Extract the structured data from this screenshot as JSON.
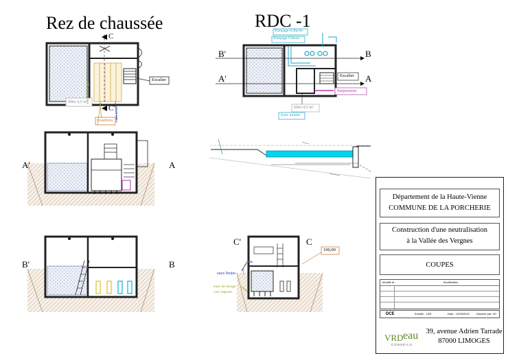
{
  "titles": {
    "left": "Rez de chaussée",
    "right": "RDC -1"
  },
  "section_marks": {
    "c_top": "C",
    "c_bottom": "C'",
    "a_left": "A'",
    "a_right": "A",
    "b_left": "B'",
    "b_right": "B",
    "plan_b_left": "B'",
    "plan_b_right": "B",
    "plan_a_left": "A'",
    "plan_a_right": "A",
    "sec_c_left": "C'",
    "sec_c_right": "C"
  },
  "rdc_plan": {
    "escalier": "Escalier",
    "filtre": "filtre 4,5 m²",
    "goudrons": "Goudrons",
    "eaux_lavage": "eaux de lavage",
    "eaux_brutes": "eaux brutes"
  },
  "rdc1_plan": {
    "pompage_bache": "Pompage la Bache",
    "pompage_citerne": "Pompage Citerne",
    "escalier": "Escalier",
    "surpresseur": "Surpresseur",
    "filtre": "filtre 4,5 m²",
    "eaux_traitees": "Eaux traitées"
  },
  "section_c": {
    "eaux_brutes": "eaux brutes",
    "eaux_lavage": "eaux de lavage",
    "vers_lagunes": "vers lagunes",
    "level": "100,00"
  },
  "cartouche": {
    "departement": "Département de la Haute-Vienne",
    "commune": "COMMUNE DE LA PORCHERIE",
    "project_line1": "Construction d'une neutralisation",
    "project_line2": "à la Vallée des Vergnes",
    "sheet": "COUPES",
    "modifie_le": "Modifié le:",
    "modification": "Modification",
    "dce": "DCE",
    "echelle": "Echelle : 1/50",
    "date": "Date : 12/05/2010",
    "dessine_par": "Dessiné par: HV",
    "address_line1": "39, avenue Adrien Tarrade",
    "address_line2": "87000 LIMOGES",
    "logo_vrd": "VRD",
    "logo_eau": "eau",
    "logo_sub": "CONSEILS"
  },
  "colors": {
    "line": "#222222",
    "hatch": "#9aa7c4",
    "earth": "#b09070",
    "water": "#00c8e6",
    "cyan_label": "#1aa3c8",
    "magenta": "#b23aa8",
    "orange": "#d08030",
    "olive": "#9aa826",
    "blue_label": "#2a3aa8",
    "logo_green": "#5a8c1e"
  }
}
